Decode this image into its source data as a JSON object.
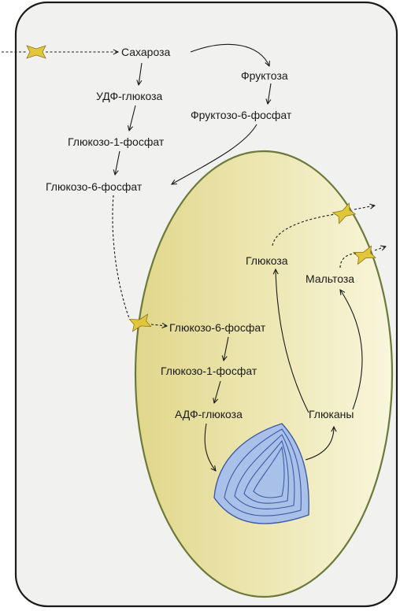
{
  "cytosol": {
    "sucrose": "Сахароза",
    "udp_glucose": "УДФ-глюкоза",
    "glucose_1_phosphate": "Глюкозо-1-фосфат",
    "glucose_6_phosphate": "Глюкозо-6-фосфат",
    "fructose": "Фруктоза",
    "fructose_6_phosphate": "Фруктозо-6-фосфат"
  },
  "plastid": {
    "glucose_6_phosphate": "Глюкозо-6-фосфат",
    "glucose_1_phosphate": "Глюкозо-1-фосфат",
    "adp_glucose": "АДФ-глюкоза",
    "glucans": "Глюканы",
    "glucose": "Глюкоза",
    "maltose": "Мальтоза"
  },
  "colors": {
    "cell_fill": "#f1f1ef",
    "cell_border": "#1a1a1a",
    "plastid_fill_dark": "#e3d98f",
    "plastid_fill_light": "#f7f4d4",
    "plastid_border": "#6b7a3a",
    "granule_fill": "#a9c0e8",
    "granule_stroke": "#3e5aa8",
    "transporter": "#e2c63a"
  },
  "icons": [
    "transporter-icon",
    "starch-granule-icon"
  ]
}
